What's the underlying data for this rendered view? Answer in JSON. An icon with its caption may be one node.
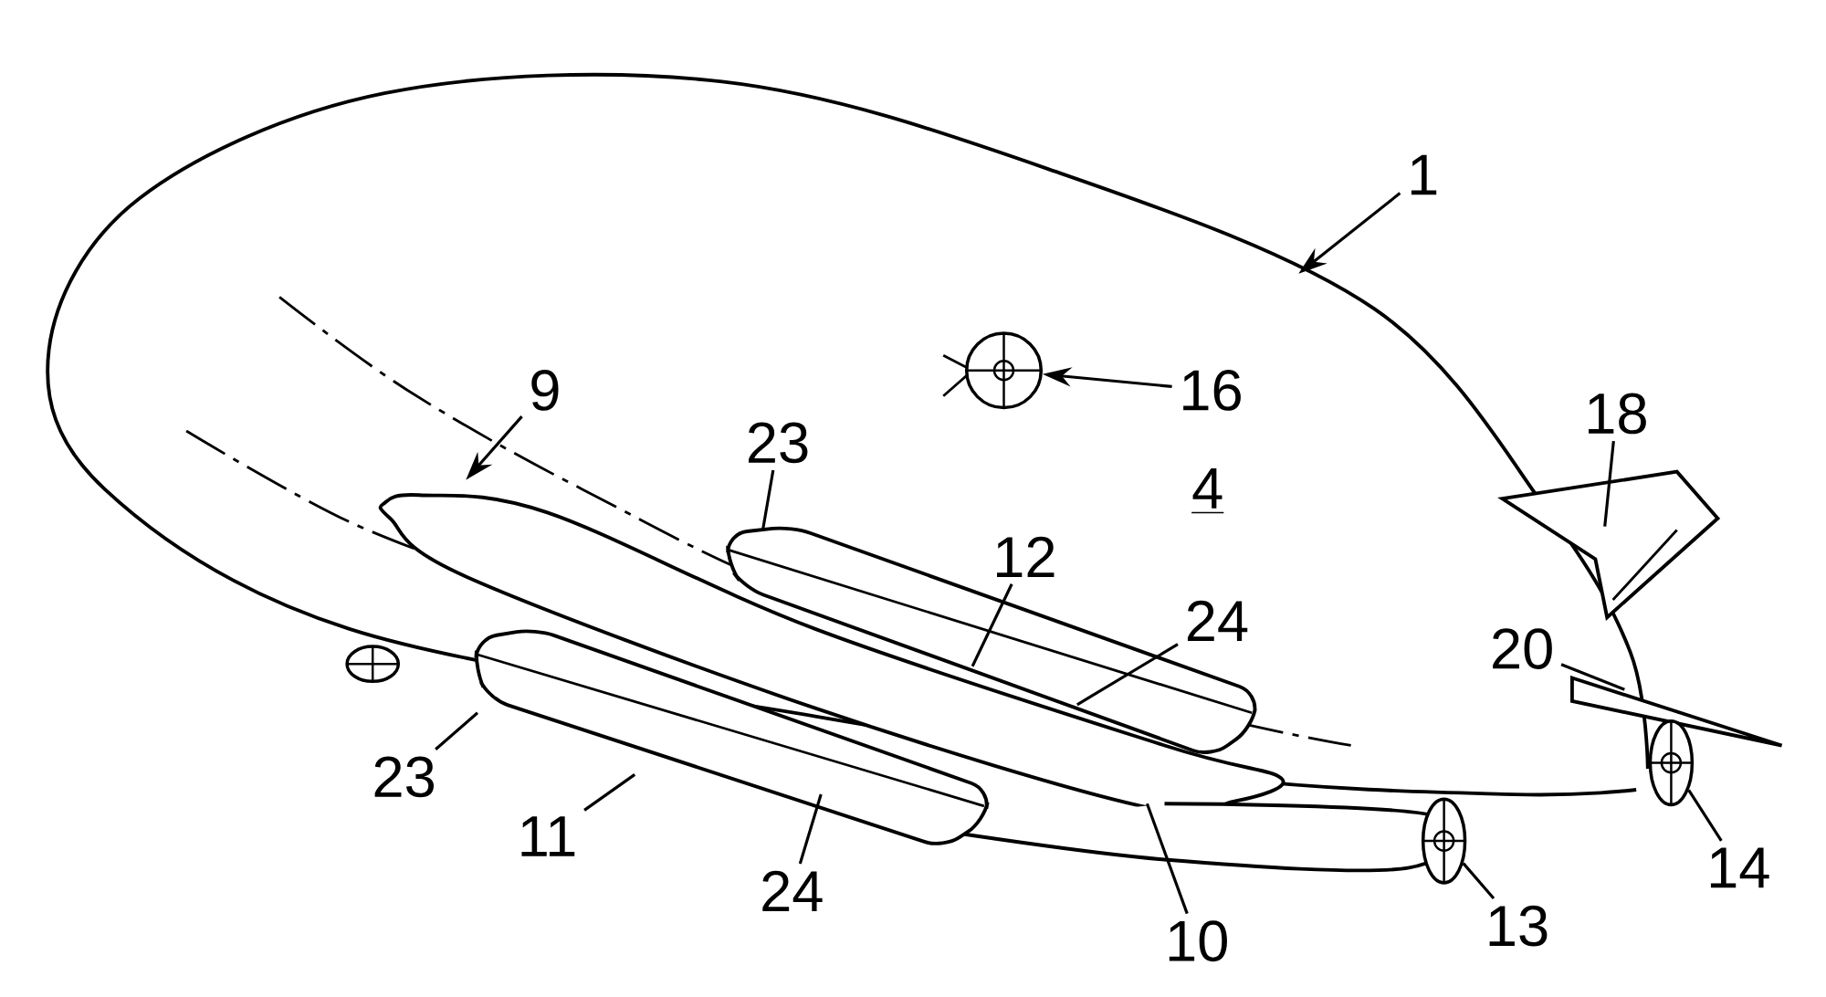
{
  "diagram": {
    "nodes": [
      {
        "text": [
          "1"
        ]
      },
      {
        "text": [
          "16"
        ]
      },
      {
        "text": [
          "9"
        ]
      },
      {
        "text": [
          "23"
        ]
      },
      {
        "text": [
          "18"
        ]
      },
      {
        "text": [
          "12"
        ]
      },
      {
        "text": [
          "24"
        ]
      },
      {
        "text": [
          "20"
        ]
      },
      {
        "text": [
          "23"
        ]
      },
      {
        "text": [
          "11"
        ]
      },
      {
        "text": [
          "14"
        ]
      },
      {
        "text": [
          "24"
        ]
      },
      {
        "text": [
          "13"
        ]
      },
      {
        "text": [
          "10"
        ]
      },
      {
        "text": [],
        "shape": "picture"
      },
      {
        "text": [],
        "shape": "picture"
      },
      {
        "text": [],
        "shape": "picture"
      }
    ],
    "edges": [
      {
        "from": 0,
        "to": null,
        "arrow": "to"
      },
      {
        "from": 1,
        "to": 16,
        "arrow": "to"
      },
      {
        "from": 2,
        "to": null,
        "arrow": "to"
      },
      {
        "from": 3,
        "to": null,
        "arrow": "none"
      },
      {
        "from": 4,
        "to": null,
        "arrow": "none"
      },
      {
        "from": 5,
        "to": null,
        "arrow": "none"
      },
      {
        "from": 6,
        "to": null,
        "arrow": "none"
      },
      {
        "from": 7,
        "to": null,
        "arrow": "none"
      },
      {
        "from": 8,
        "to": null,
        "arrow": "none"
      },
      {
        "from": 9,
        "to": null,
        "arrow": "none"
      },
      {
        "from": 10,
        "to": 15,
        "arrow": "none"
      },
      {
        "from": 11,
        "to": null,
        "arrow": "none"
      },
      {
        "from": 12,
        "to": 14,
        "arrow": "none"
      },
      {
        "from": 13,
        "to": null,
        "arrow": "none"
      }
    ],
    "labels": [
      "4"
    ]
  }
}
